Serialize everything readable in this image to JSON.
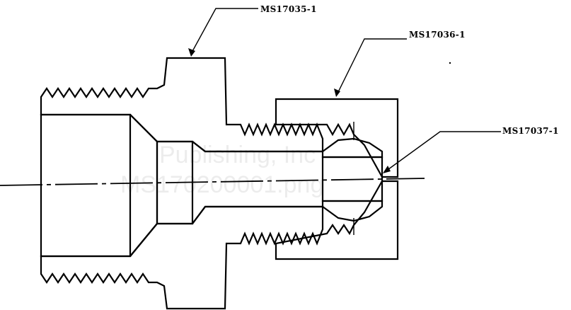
{
  "labels": {
    "fitting_body": "MS17035-1",
    "nut": "MS17036-1",
    "sleeve": "MS17037-1"
  },
  "watermark": {
    "line1": "Publishing, Inc",
    "line2": "MS170200001.png"
  },
  "colors": {
    "ink": "#000000",
    "paper": "#ffffff"
  }
}
